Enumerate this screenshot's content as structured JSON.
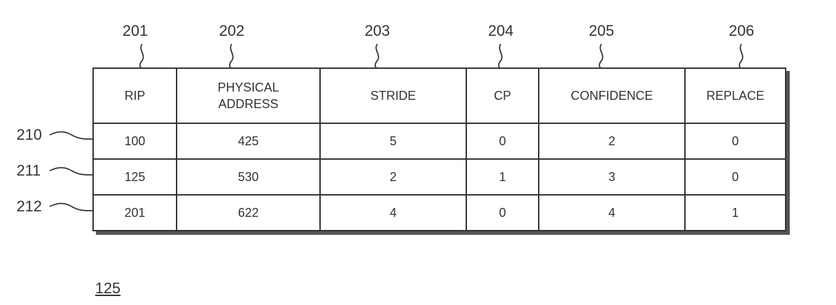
{
  "column_refs": [
    "201",
    "202",
    "203",
    "204",
    "205",
    "206"
  ],
  "headers": [
    "RIP",
    "PHYSICAL\nADDRESS",
    "STRIDE",
    "CP",
    "CONFIDENCE",
    "REPLACE"
  ],
  "row_refs": [
    "210",
    "211",
    "212"
  ],
  "rows": [
    [
      "100",
      "425",
      "5",
      "0",
      "2",
      "0"
    ],
    [
      "125",
      "530",
      "2",
      "1",
      "3",
      "0"
    ],
    [
      "201",
      "622",
      "4",
      "0",
      "4",
      "1"
    ]
  ],
  "figure_label": "125"
}
